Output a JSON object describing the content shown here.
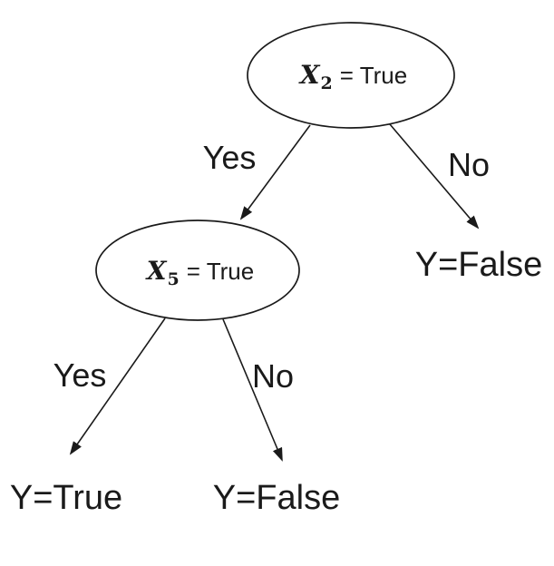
{
  "diagram": {
    "type": "decision-tree",
    "background_color": "#ffffff",
    "line_color": "#1a1a1a",
    "text_color": "#1a1a1a",
    "nodes": {
      "root": {
        "variable": "X",
        "subscript": "2",
        "condition": "= True"
      },
      "child": {
        "variable": "X",
        "subscript": "5",
        "condition": "= True"
      }
    },
    "edges": {
      "root_yes": {
        "label": "Yes"
      },
      "root_no": {
        "label": "No"
      },
      "child_yes": {
        "label": "Yes"
      },
      "child_no": {
        "label": "No"
      }
    },
    "leaves": {
      "root_no_leaf": {
        "label": "Y=False"
      },
      "child_yes_leaf": {
        "label": "Y=True"
      },
      "child_no_leaf": {
        "label": "Y=False"
      }
    }
  }
}
